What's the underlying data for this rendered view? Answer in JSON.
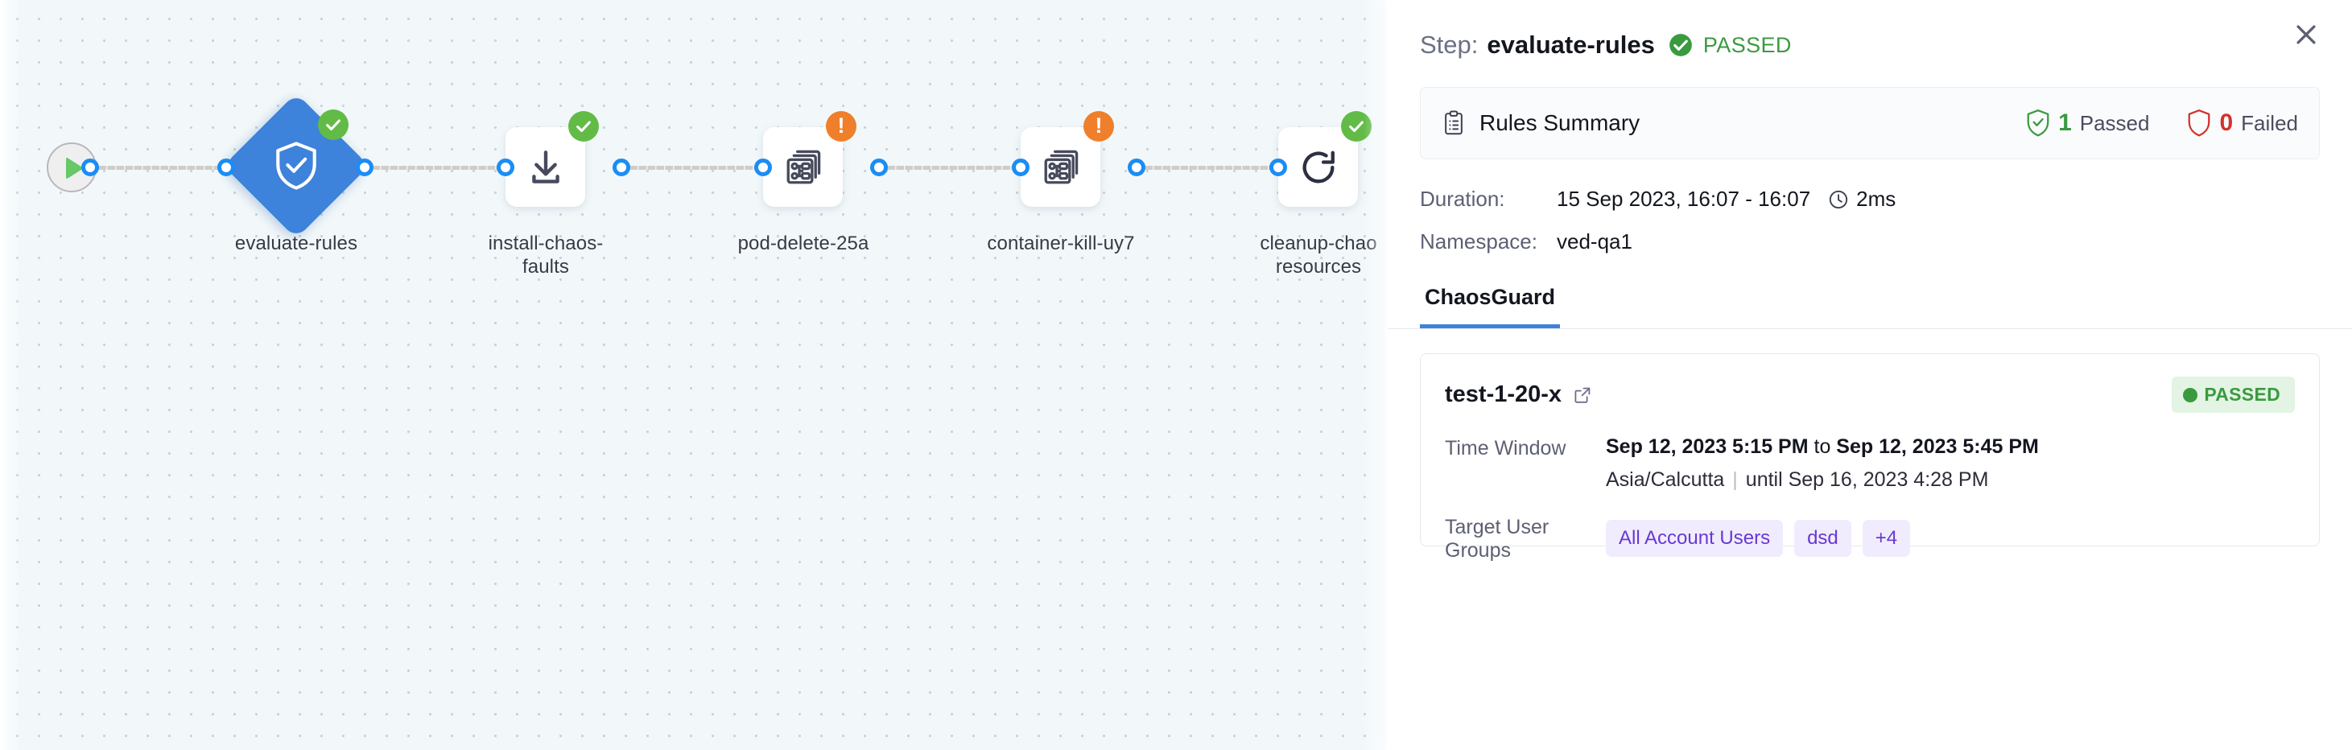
{
  "canvas": {
    "start_node": {
      "icon": "play-icon"
    },
    "nodes": [
      {
        "id": "evaluate-rules",
        "label": "evaluate-rules",
        "shape": "diamond",
        "icon": "shield-check-icon",
        "status": "success"
      },
      {
        "id": "install-chaos-faults",
        "label": "install-chaos-\nfaults",
        "shape": "square",
        "icon": "download-icon",
        "status": "success"
      },
      {
        "id": "pod-delete-25a",
        "label": "pod-delete-25a",
        "shape": "square",
        "icon": "chaos-fault-icon",
        "status": "warning"
      },
      {
        "id": "container-kill-uy7",
        "label": "container-kill-uy7",
        "shape": "square",
        "icon": "chaos-fault-icon",
        "status": "warning"
      },
      {
        "id": "cleanup-chaos-resources",
        "label": "cleanup-chao\nresources",
        "shape": "square",
        "icon": "refresh-icon",
        "status": "success"
      }
    ]
  },
  "panel": {
    "header": {
      "step_label": "Step:",
      "step_name": "evaluate-rules",
      "status_icon": "check-circle-icon",
      "status_text": "PASSED",
      "close_icon": "close-icon"
    },
    "rules_summary": {
      "icon": "clipboard-icon",
      "title": "Rules Summary",
      "passed_count": "1",
      "passed_label": "Passed",
      "failed_count": "0",
      "failed_label": "Failed"
    },
    "meta": {
      "duration_key": "Duration:",
      "duration_value": "15 Sep 2023, 16:07 - 16:07",
      "duration_clock_icon": "clock-icon",
      "duration_elapsed": "2ms",
      "namespace_key": "Namespace:",
      "namespace_value": "ved-qa1"
    },
    "tabs": [
      {
        "id": "chaosguard",
        "label": "ChaosGuard",
        "active": true
      }
    ],
    "test_card": {
      "name": "test-1-20-x",
      "external_link_icon": "external-link-icon",
      "status_pill": "PASSED",
      "rows": [
        {
          "key": "Time Window",
          "value_strong_a": "Sep 12, 2023 5:15 PM",
          "value_plain": " to ",
          "value_strong_b": "Sep 12, 2023 5:45 PM",
          "timezone": "Asia/Calcutta",
          "separator": "|",
          "until": "until Sep 16, 2023 4:28 PM"
        },
        {
          "key": "Target User Groups",
          "chips": [
            "All Account Users",
            "dsd",
            "+4"
          ]
        }
      ]
    }
  },
  "colors": {
    "accent_blue": "#3d82db",
    "port_blue": "#1b8df5",
    "success_green": "#62bb46",
    "status_green_text": "#3a9a3f",
    "warning_orange": "#ef7f2b",
    "fail_red": "#d0342c",
    "chip_purple": "#6938d3",
    "chip_purple_bg": "#f0ecfe",
    "canvas_bg": "#f2f8fa"
  }
}
